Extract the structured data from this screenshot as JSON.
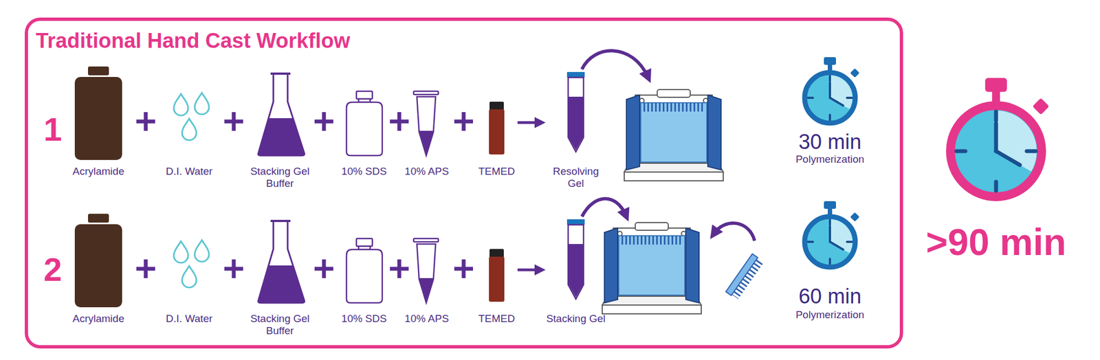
{
  "diagram": {
    "nodes": [
      {
        "text": [
          "Traditional Hand Cast Workflow"
        ]
      }
    ],
    "labels": [
      "1",
      "Acrylamide",
      "D.I. Water",
      "Stacking Gel Buffer",
      "10% SDS",
      "10% APS",
      "TEMED",
      "Resolving Gel",
      "30 min",
      "Polymerization",
      "2",
      "Acrylamide",
      "D.I. Water",
      "Stacking Gel Buffer",
      "10% SDS",
      "10% APS",
      "TEMED",
      "Stacking Gel",
      "60 min",
      "Polymerization",
      ">90 min"
    ]
  }
}
